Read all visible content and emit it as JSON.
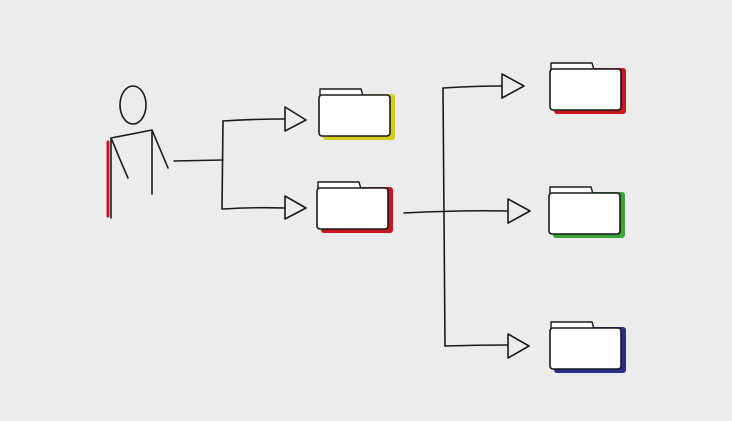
{
  "background": "#ececec",
  "user": {
    "icon": "person-icon",
    "accent": "#c8161d"
  },
  "folders": [
    {
      "id": "folder-level1-top",
      "icon": "folder-icon",
      "accent": "#d4cc1a"
    },
    {
      "id": "folder-level1-bottom",
      "icon": "folder-icon",
      "accent": "#c8161d"
    },
    {
      "id": "folder-level2-top",
      "icon": "folder-icon",
      "accent": "#c8161d"
    },
    {
      "id": "folder-level2-middle",
      "icon": "folder-icon",
      "accent": "#3aa63a"
    },
    {
      "id": "folder-level2-bottom",
      "icon": "folder-icon",
      "accent": "#2a2d8c"
    }
  ]
}
